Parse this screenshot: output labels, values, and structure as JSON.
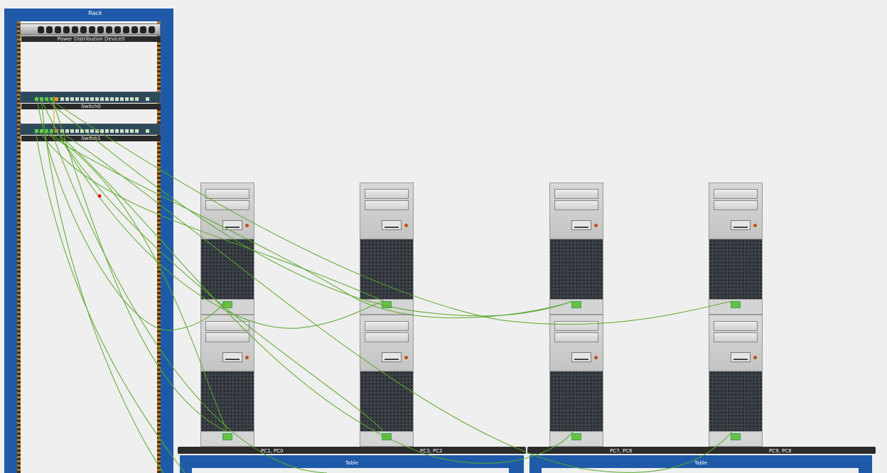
{
  "rack": {
    "title": "Rack",
    "devices": {
      "pdu": "Power Distribution Device0",
      "switch0": "Switch0",
      "switch1": "Switch1"
    }
  },
  "tables": [
    {
      "title": "Table",
      "labels": [
        "PC1, PC0",
        "PC3, PC2"
      ]
    },
    {
      "title": "Table",
      "labels": [
        "PC7, PC6",
        "PC9, PC8"
      ]
    }
  ],
  "colors": {
    "rack_blue": "#1e5aa8",
    "cable_green": "#5aa82a",
    "marker_red": "#e01010"
  }
}
